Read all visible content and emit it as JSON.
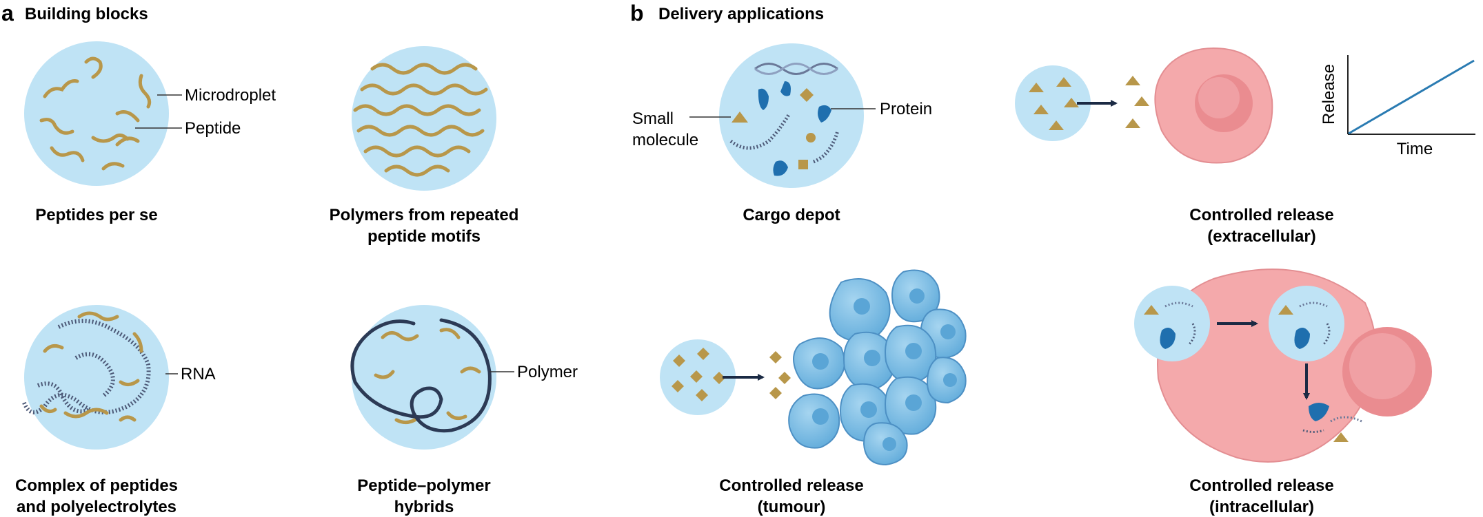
{
  "panels": {
    "a": {
      "letter": "a",
      "heading": "Building blocks",
      "items": [
        {
          "caption": [
            "Peptides per se"
          ],
          "labels": [
            "Microdroplet",
            "Peptide"
          ]
        },
        {
          "caption": [
            "Polymers from repeated",
            "peptide motifs"
          ],
          "labels": []
        },
        {
          "caption": [
            "Complex of peptides",
            "and polyelectrolytes"
          ],
          "labels": [
            "RNA"
          ]
        },
        {
          "caption": [
            "Peptide–polymer",
            "hybrids"
          ],
          "labels": [
            "Polymer"
          ]
        }
      ]
    },
    "b": {
      "letter": "b",
      "heading": "Delivery applications",
      "items": [
        {
          "caption": [
            "Cargo depot"
          ],
          "labels": [
            "Small",
            "molecule",
            "Protein"
          ]
        },
        {
          "caption": [
            "Controlled release",
            "(extracellular)"
          ],
          "labels": [
            "Release",
            "Time"
          ]
        },
        {
          "caption": [
            "Controlled release",
            "(tumour)"
          ],
          "labels": []
        },
        {
          "caption": [
            "Controlled release",
            "(intracellular)"
          ],
          "labels": []
        }
      ]
    }
  },
  "colors": {
    "droplet": "#bfe3f5",
    "peptide": "#b8974a",
    "rna": "#4d5a78",
    "polymer": "#2c3a55",
    "protein": "#1f6fae",
    "cell": "#f4a9ab",
    "cell_nucleus": "#ea8c90",
    "tumour_cell": "#7ec0e6",
    "arrow": "#1b2a44",
    "release_line": "#2a7bb2"
  }
}
